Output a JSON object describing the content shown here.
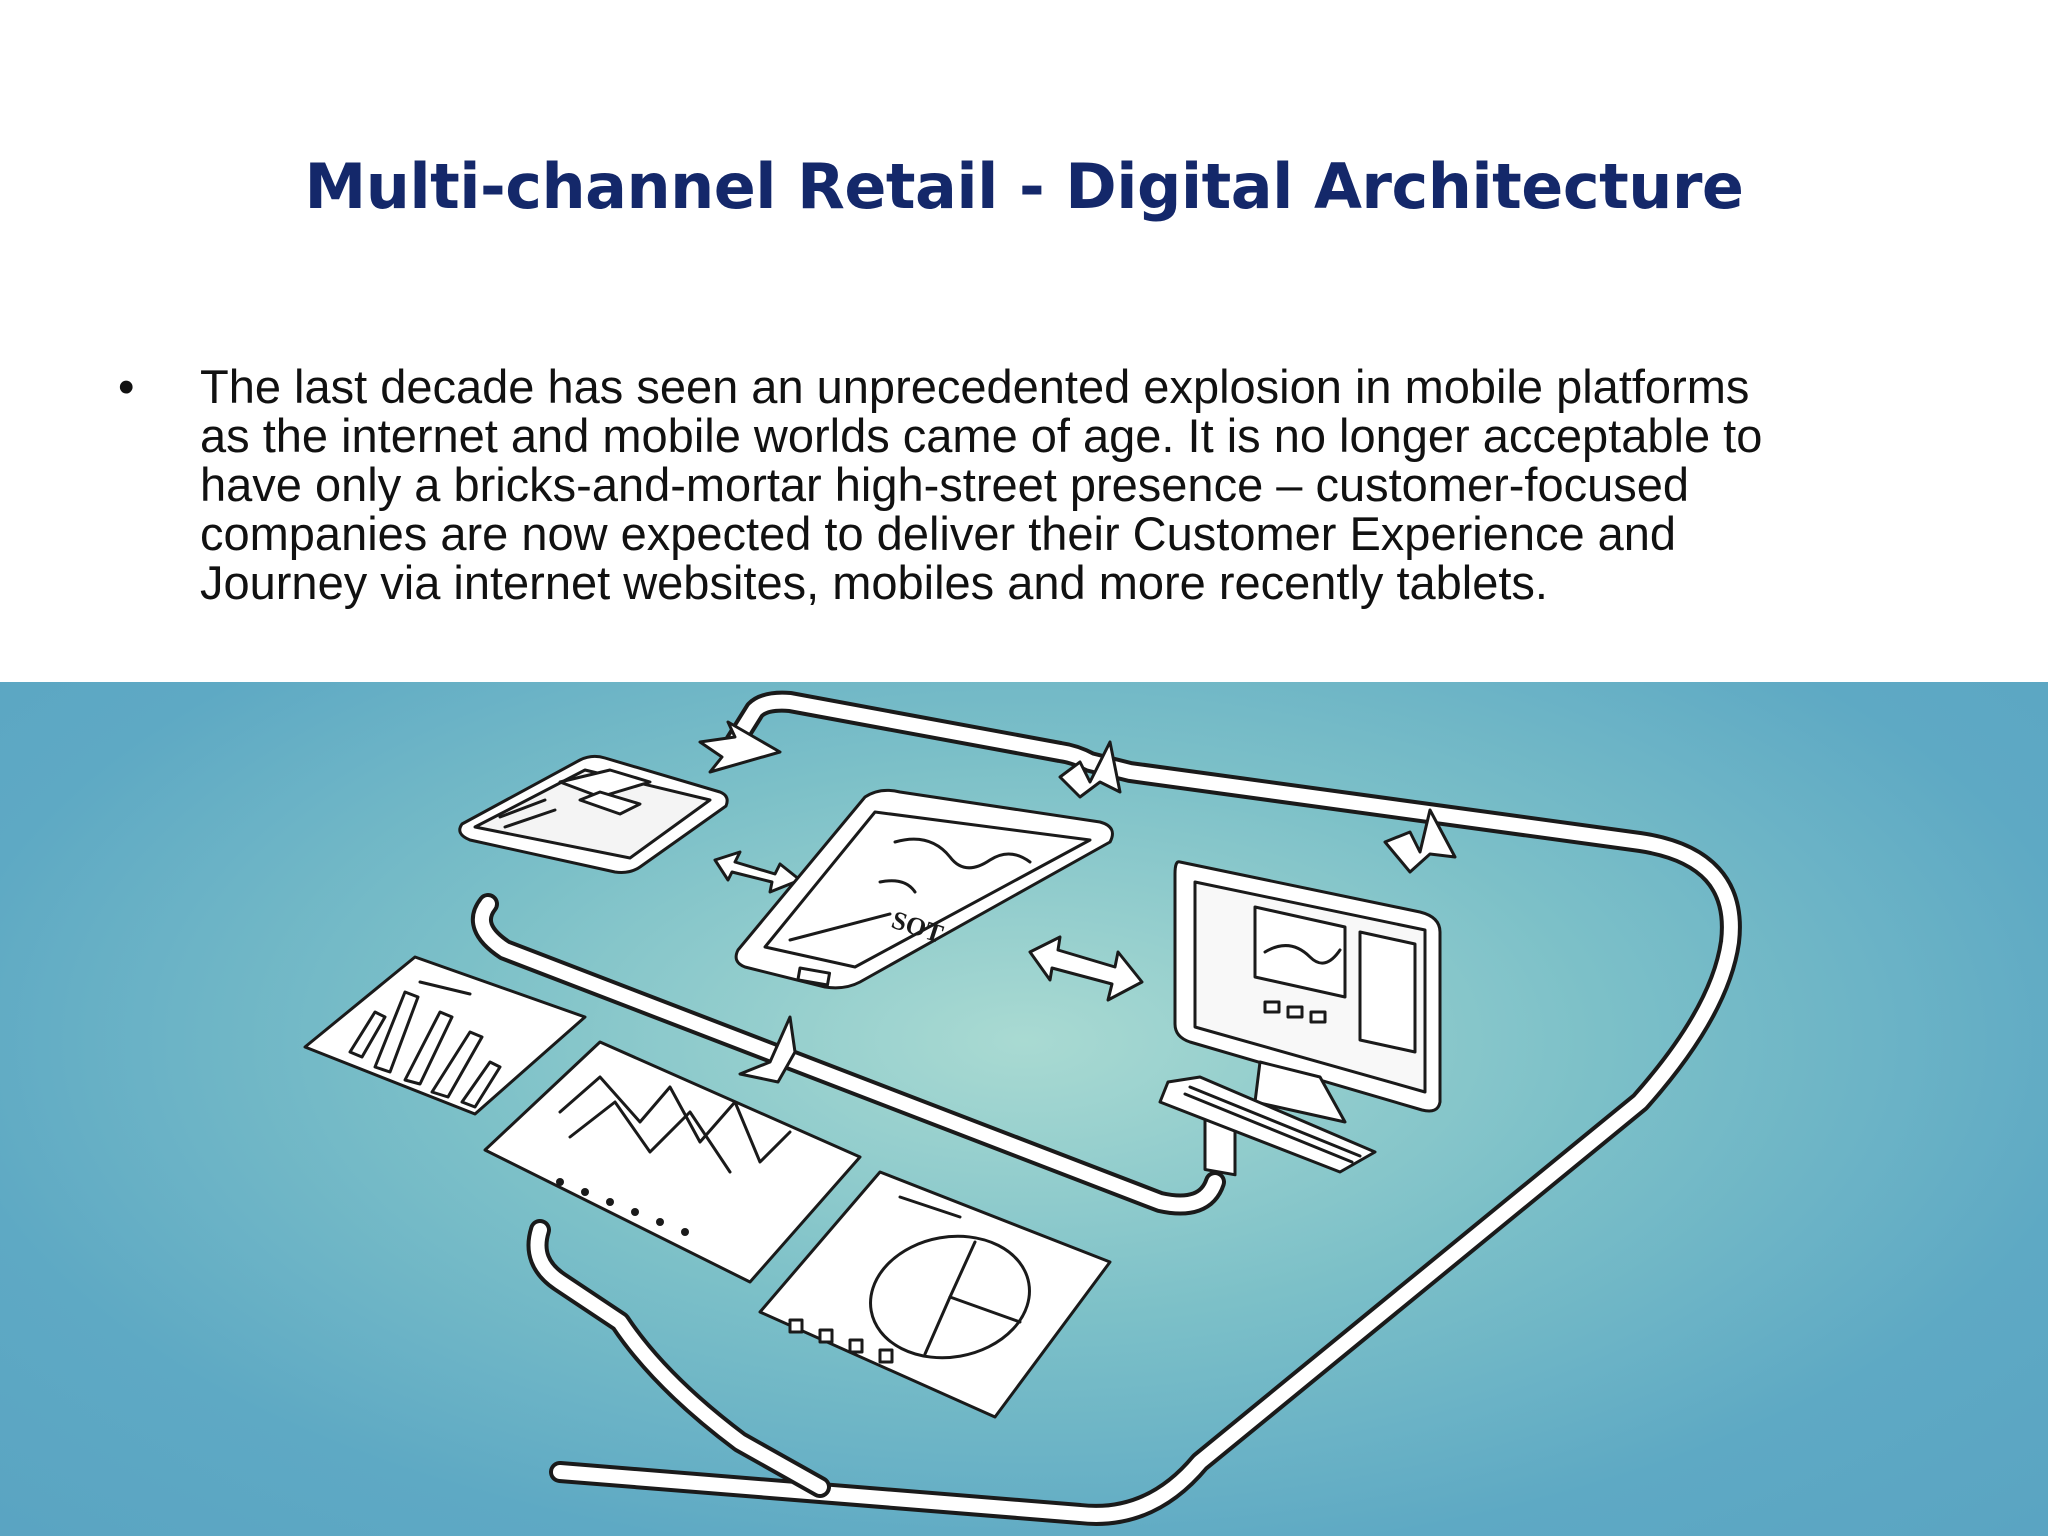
{
  "slide": {
    "title": "Multi-channel Retail - Digital Architecture",
    "bullet_marker": "•",
    "bullet_lines": [
      "The last decade has seen an unprecedented explosion in mobile platforms",
      "as the internet and mobile worlds came of age.  It is no longer acceptable to",
      "have only a bricks-and-mortar high-street presence – customer-focused",
      "companies are now expected to deliver their Customer Experience and",
      "Journey via internet websites, mobiles and more recently tablets."
    ]
  },
  "illustration": {
    "background_colors": [
      "#a9dad2",
      "#7cc0c8",
      "#5aa4c2"
    ],
    "line_color": "#1a1a1a",
    "fill_color": "#ffffff",
    "devices": [
      "tablet",
      "smartphone",
      "desktop-computer",
      "keyboard",
      "bar-chart-sheet",
      "line-chart-sheet",
      "pie-chart-sheet"
    ],
    "phone_screen_text": "SOT"
  }
}
